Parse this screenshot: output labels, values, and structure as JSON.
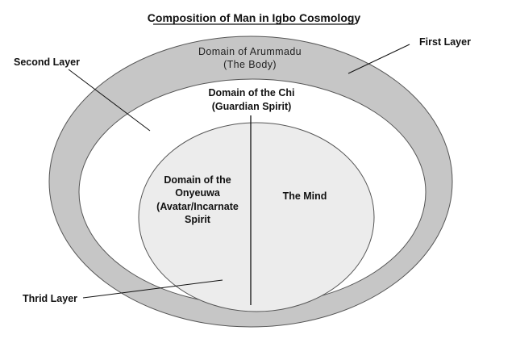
{
  "title": "Composition of Man in Igbo Cosmology",
  "colors": {
    "outer_ring": "#c6c6c6",
    "middle_area": "#ffffff",
    "inner_circle": "#ececec",
    "stroke": "#555555",
    "divider": "#111111",
    "leader_line": "#111111"
  },
  "layers": {
    "first": "First Layer",
    "second": "Second Layer",
    "third": "Thrid Layer"
  },
  "regions": {
    "body": {
      "line1": "Domain of Arummadu",
      "line2": "(The Body)"
    },
    "chi": {
      "line1": "Domain of the Chi",
      "line2": "(Guardian Spirit)"
    },
    "onyeuwa": {
      "line1": "Domain of the",
      "line2": "Onyeuwa",
      "line3": "(Avatar/Incarnate",
      "line4": "Spirit"
    },
    "mind": {
      "line1": "The Mind"
    }
  }
}
